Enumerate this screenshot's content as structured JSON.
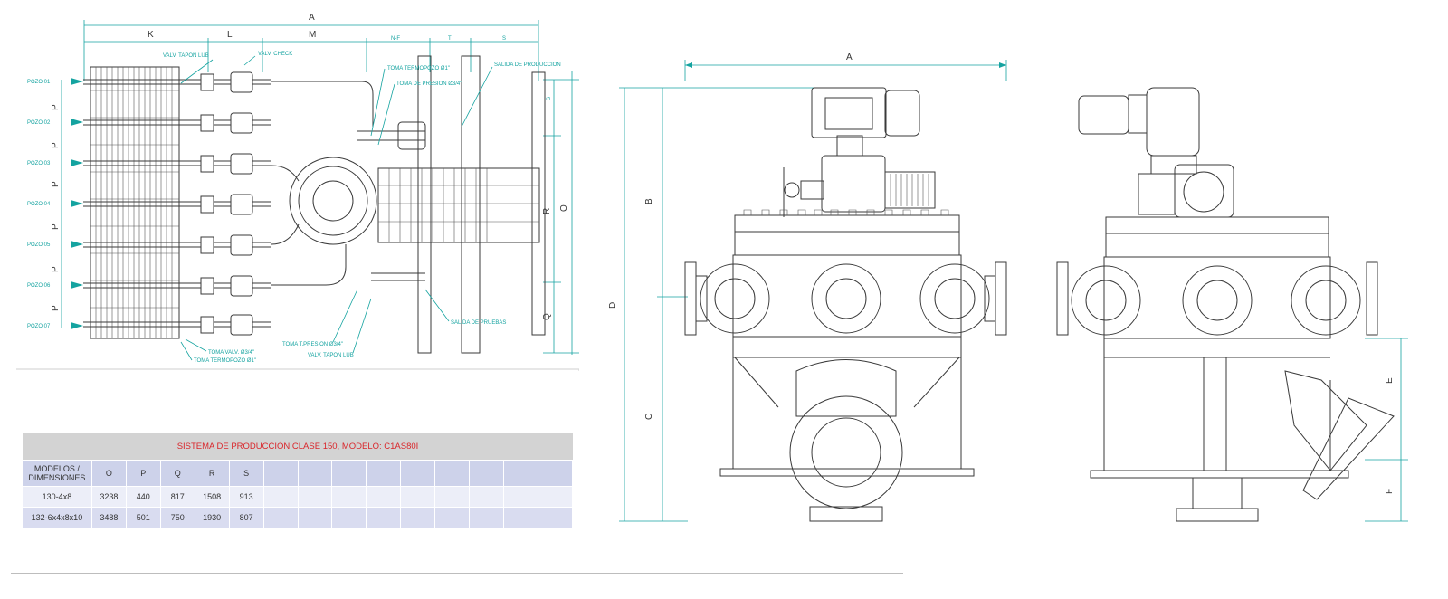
{
  "table": {
    "title": "SISTEMA DE PRODUCCIÓN CLASE 150, MODELO: C1AS80I",
    "header": [
      "MODELOS / DIMENSIONES",
      "O",
      "P",
      "Q",
      "R",
      "S"
    ],
    "rows": [
      [
        "130-4x8",
        "3238",
        "440",
        "817",
        "1508",
        "913"
      ],
      [
        "132-6x4x8x10",
        "3488",
        "501",
        "750",
        "1930",
        "807"
      ]
    ],
    "empty_columns": 9
  },
  "plan_view": {
    "dims_top": {
      "A": "A",
      "K": "K",
      "L": "L",
      "M": "M",
      "N": "N-F",
      "T": "T",
      "S": "S"
    },
    "dims_right": {
      "S": "S",
      "R": "R",
      "O": "O",
      "Q": "Q"
    },
    "wells": [
      "POZO 01",
      "POZO 02",
      "POZO 03",
      "POZO 04",
      "POZO 05",
      "POZO 06",
      "POZO 07"
    ],
    "pitch_label": "P",
    "callouts": {
      "valv_tapon_top": "VALV. TAPON LUB",
      "valv_check": "VALV. CHECK",
      "toma_termopozo_1": "TOMA TERMOPOZO Ø1\"",
      "toma_presion_34": "TOMA DE PRESION Ø3/4\"",
      "salida_produccion": "SALIDA DE PRODUCCION",
      "salida_pruebas": "SALIDA DE PRUEBAS",
      "toma_presion_bottom": "TOMA T.PRESION Ø3/4\"",
      "valv_tapon_bottom": "VALV. TAPON LUB",
      "toma_valv": "TOMA VALV. Ø3/4\"",
      "toma_termopozo_bottom": "TOMA TERMOPOZO Ø1\""
    }
  },
  "front_view": {
    "A": "A",
    "B": "B",
    "C": "C",
    "D": "D"
  },
  "side_view": {
    "E": "E",
    "F": "F"
  },
  "colors": {
    "accent": "#14a3a0",
    "title_red": "#d9262b",
    "header_bg": "#cdd2ea",
    "title_bg": "#d3d3d3"
  }
}
